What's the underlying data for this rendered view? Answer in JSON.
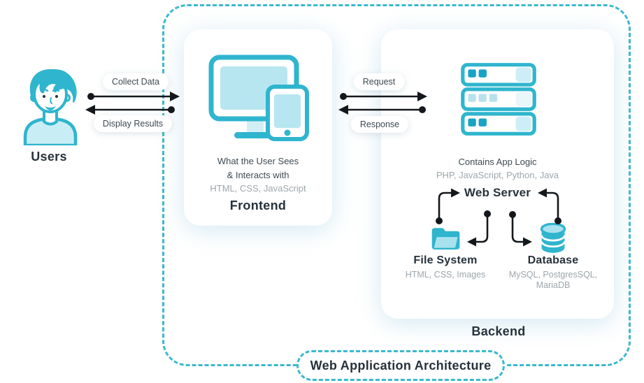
{
  "title_pill": "Web Application Architecture",
  "users": {
    "label": "Users"
  },
  "flows": {
    "collect_data": "Collect Data",
    "display_results": "Display Results",
    "request": "Request",
    "response": "Response"
  },
  "frontend": {
    "desc_line1": "What the User Sees",
    "desc_line2": "& Interacts with",
    "tech": "HTML, CSS, JavaScript",
    "label": "Frontend"
  },
  "backend": {
    "desc": "Contains App Logic",
    "tech": "PHP, JavaScript, Python, Java",
    "web_server_label": "Web Server",
    "file_system": {
      "label": "File System",
      "tech": "HTML, CSS, Images"
    },
    "database": {
      "label": "Database",
      "tech_line1": "MySQL, PostgresSQL,",
      "tech_line2": "MariaDB"
    },
    "label": "Backend"
  },
  "colors": {
    "teal": "#2fb5ce",
    "teal_dark": "#18a3c3",
    "teal_light": "#b7e6f0",
    "teal_pale": "#cdeef6",
    "dash_border": "#3bb9cd",
    "arrow_black": "#14181c",
    "text_dark": "#26323c",
    "text_gray": "#9da6ab"
  }
}
